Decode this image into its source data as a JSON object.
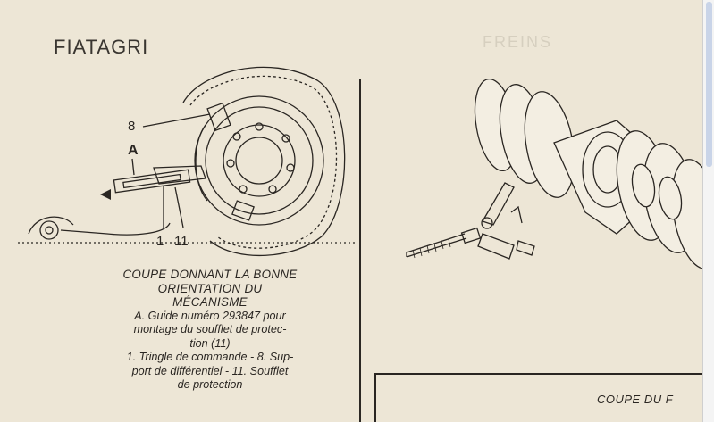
{
  "header": {
    "brand": "FIATAGRI",
    "section_mark": "FREINS"
  },
  "figure_left": {
    "callout_letter": "A",
    "labels": {
      "eight": "8",
      "one": "1",
      "eleven": "11"
    }
  },
  "caption": {
    "title_line1": "COUPE DONNANT LA BONNE",
    "title_line2": "ORIENTATION DU",
    "title_line3": "MÉCANISME",
    "line_a1": "A. Guide numéro 293847 pour",
    "line_a2": "montage du soufflet de protec-",
    "line_a3": "tion (11)",
    "line_b1": "1. Tringle de commande - 8. Sup-",
    "line_b2": "port de différentiel - 11. Soufflet",
    "line_b3": "de protection"
  },
  "bottom_box": {
    "title": "COUPE DU F"
  },
  "colors": {
    "paper": "#ede6d6",
    "ink": "#2a2622"
  }
}
